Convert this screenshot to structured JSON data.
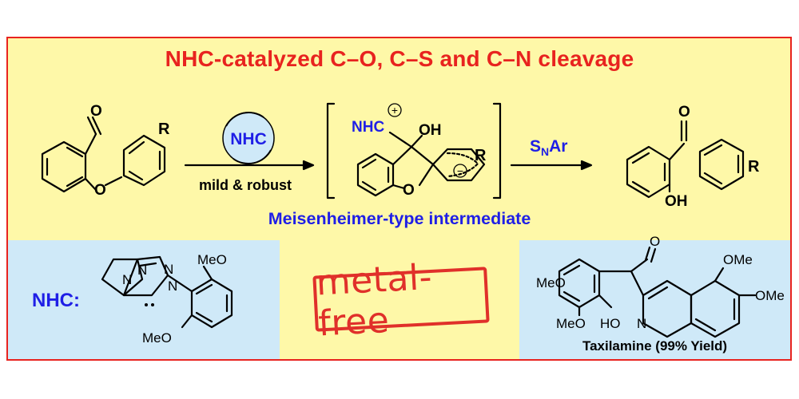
{
  "title": "NHC-catalyzed C–O, C–S and C–N cleavage",
  "reaction": {
    "catalyst_label": "NHC",
    "conditions_label": "mild & robust",
    "step2_label": "S",
    "step2_subscript": "N",
    "step2_suffix": "Ar",
    "intermediate_caption": "Meisenheimer-type intermediate",
    "atom_O": "O",
    "atom_R": "R",
    "atom_OH": "OH",
    "atom_NHC": "NHC",
    "charge_plus": "+",
    "charge_minus": "−"
  },
  "nhc_panel": {
    "label": "NHC:",
    "atom_N": "N",
    "substituent": "MeO"
  },
  "stamp_text": "metal-free",
  "product_panel": {
    "caption": "Taxilamine (99% Yield)",
    "substituent_ome": "OMe",
    "substituent_meo": "MeO",
    "atom_HO": "HO",
    "atom_N": "N",
    "atom_O": "O"
  },
  "colors": {
    "frame_border": "#e8231f",
    "background": "#fef8a8",
    "panel": "#cfe9f8",
    "accent_blue": "#1f1fe6",
    "accent_red": "#e8231f"
  }
}
